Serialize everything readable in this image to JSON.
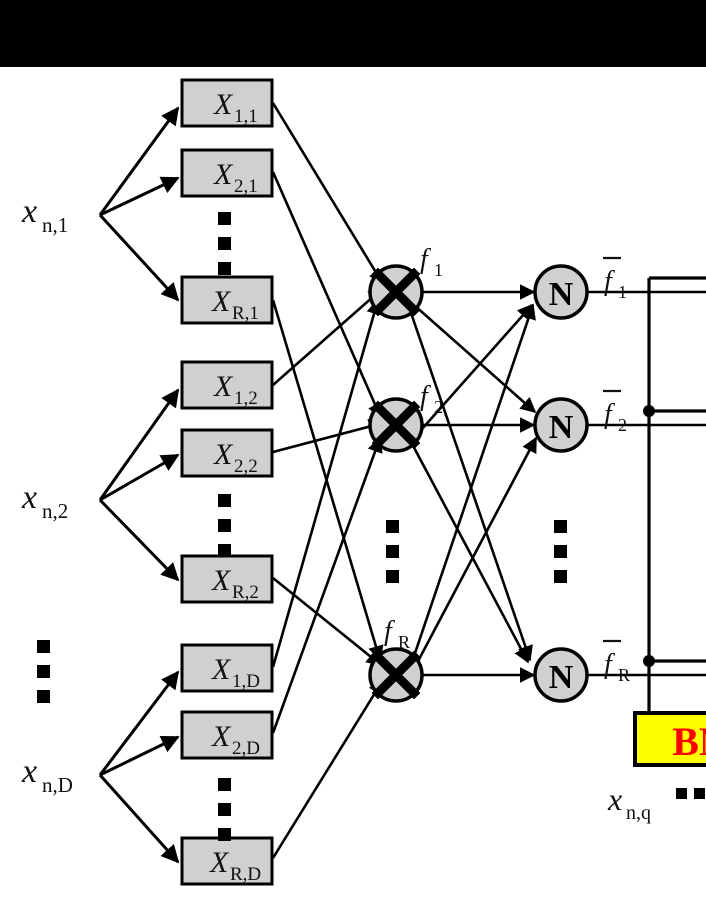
{
  "figure": {
    "type": "neural-fuzzy-network-diagram",
    "background_color": "#ffffff",
    "top_band_color": "#000000",
    "node_fill": "#d0d0d0",
    "node_stroke": "#000000",
    "bn_box_fill": "#ffff00",
    "bn_box_text_color": "#ff0000",
    "bn_box_label": "BN"
  },
  "inputs": [
    {
      "id": "in1",
      "label": "x",
      "sub": "n,1"
    },
    {
      "id": "in2",
      "label": "x",
      "sub": "n,2"
    },
    {
      "id": "inD",
      "label": "x",
      "sub": "n,D"
    }
  ],
  "input_vertical_ellipsis": "⋮",
  "membership_boxes": [
    {
      "label": "X",
      "sub": "1,1"
    },
    {
      "label": "X",
      "sub": "2,1"
    },
    {
      "label": "X",
      "sub": "R,1"
    },
    {
      "label": "X",
      "sub": "1,2"
    },
    {
      "label": "X",
      "sub": "2,2"
    },
    {
      "label": "X",
      "sub": "R,2"
    },
    {
      "label": "X",
      "sub": "1,D"
    },
    {
      "label": "X",
      "sub": "2,D"
    },
    {
      "label": "X",
      "sub": "R,D"
    }
  ],
  "product_nodes": [
    {
      "glyph": "×",
      "label": "f",
      "sub": "1"
    },
    {
      "glyph": "×",
      "label": "f",
      "sub": "2"
    },
    {
      "glyph": "×",
      "label": "f",
      "sub": "R"
    }
  ],
  "norm_nodes": [
    {
      "glyph": "N",
      "label": "f",
      "sub": "1",
      "overbar": true
    },
    {
      "glyph": "N",
      "label": "f",
      "sub": "2",
      "overbar": true
    },
    {
      "glyph": "N",
      "label": "f",
      "sub": "R",
      "overbar": true
    }
  ],
  "bottom_label": {
    "label": "x",
    "sub": "n,q",
    "trailing_dots": "▪ ▪"
  },
  "bn_box": {
    "text": "BN"
  },
  "ellipses": {
    "product_column": "⋮",
    "norm_column": "⋮"
  }
}
